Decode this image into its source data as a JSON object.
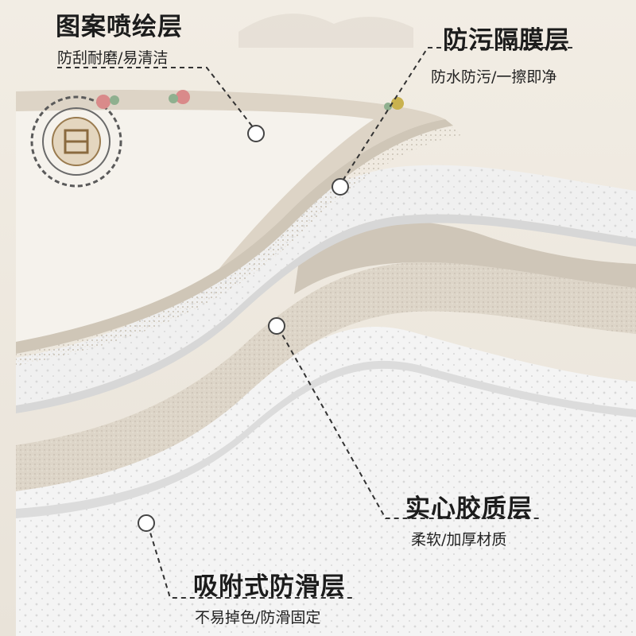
{
  "colors": {
    "background": "#efe9df",
    "pattern_layer": "#e6ded0",
    "pattern_band": "#d9cfc0",
    "film_layer": "#f1f1f1",
    "foam_layer": "#ddd6ca",
    "base_layer": "#f3f3f3",
    "leader_line": "#333333"
  },
  "callouts": [
    {
      "title": "图案喷绘层",
      "subtitle": "防刮耐磨/易清洁"
    },
    {
      "title": "防污隔膜层",
      "subtitle": "防水防污/一擦即净"
    },
    {
      "title": "实心胶质层",
      "subtitle": "柔软/加厚材质"
    },
    {
      "title": "吸附式防滑层",
      "subtitle": "不易掉色/防滑固定"
    }
  ],
  "decoration": {
    "medallion_icon": "shou-medallion-icon",
    "flower_icon": "peony-flower-icon"
  }
}
